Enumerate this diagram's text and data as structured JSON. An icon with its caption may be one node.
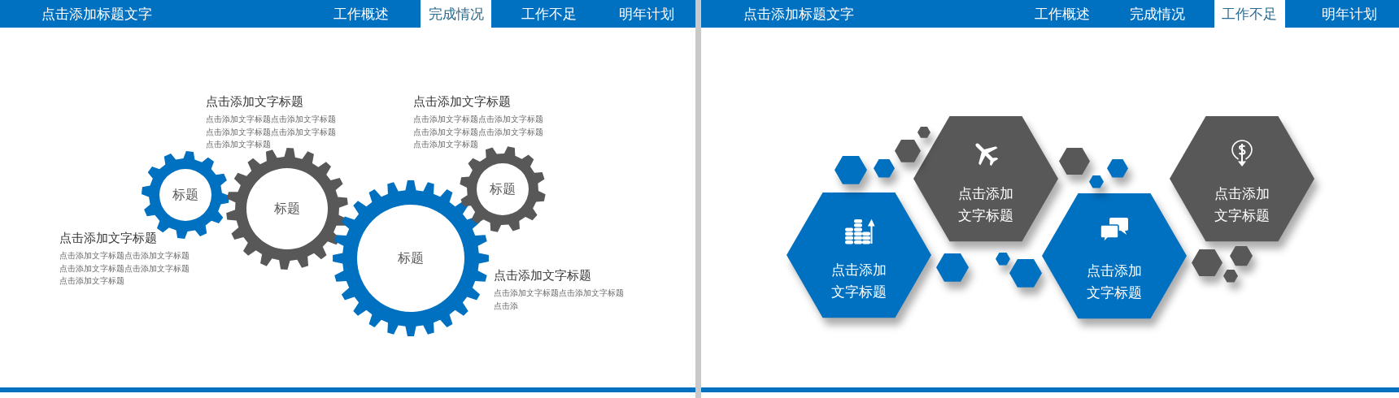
{
  "diagram": {
    "nodes": [
      {
        "text": [
          "点击添加标题文字"
        ]
      },
      {
        "text": [
          "工作概述"
        ],
        "in": 0
      },
      {
        "text": [
          "完成情况"
        ],
        "in": 0
      },
      {
        "text": [
          "工作不足"
        ],
        "in": 0
      },
      {
        "text": [
          "明年计划"
        ],
        "in": 0
      },
      {
        "text": [
          "标题"
        ],
        "beside": [
          "点击添加文字标题",
          "点击添加文字标题点击添加文字标题点击添加文字标题点击添加文字标题点击添加文字标题"
        ]
      },
      {
        "text": [
          "标题"
        ],
        "beside": [
          "点击添加文字标题",
          "点击添加文字标题点击添加文字标题点击添加文字标题点击添加文字标题点击添加文字标题"
        ]
      },
      {
        "text": [
          "标题"
        ],
        "beside": [
          "点击添加文字标题",
          "点击添加文字标题点击添加文字标题点击添"
        ]
      },
      {
        "text": [
          "标题"
        ],
        "beside": [
          "点击添加文字标题",
          "点击添加文字标题点击添加文字标题点击添加文字标题点击添加文字标题点击添加文字标题"
        ]
      },
      {
        "text": [
          "点击添加标题文字"
        ]
      },
      {
        "text": [
          "工作概述"
        ],
        "in": 9
      },
      {
        "text": [
          "完成情况"
        ],
        "in": 9
      },
      {
        "text": [
          "工作不足"
        ],
        "in": 9
      },
      {
        "text": [
          "明年计划"
        ],
        "in": 9
      },
      {
        "text": [
          "点击添加文字标题"
        ]
      },
      {
        "text": [
          "点击添加文字标题"
        ]
      },
      {
        "text": [
          "点击添加文字标题"
        ]
      },
      {
        "text": [
          "点击添加文字标题"
        ]
      },
      {
        "text": [],
        "shape": "hexagon"
      },
      {
        "text": [],
        "shape": "hexagon"
      },
      {
        "text": [],
        "shape": "hexagon"
      },
      {
        "text": [],
        "shape": "hexagon"
      },
      {
        "text": [],
        "shape": "hexagon"
      },
      {
        "text": [],
        "shape": "hexagon"
      },
      {
        "text": [],
        "shape": "hexagon"
      },
      {
        "text": [],
        "shape": "hexagon"
      },
      {
        "text": [],
        "shape": "hexagon"
      },
      {
        "text": [],
        "shape": "hexagon"
      },
      {
        "text": [],
        "shape": "hexagon"
      },
      {
        "text": [],
        "shape": "hexagon"
      },
      {
        "text": [],
        "shape": "hexagon"
      }
    ]
  }
}
